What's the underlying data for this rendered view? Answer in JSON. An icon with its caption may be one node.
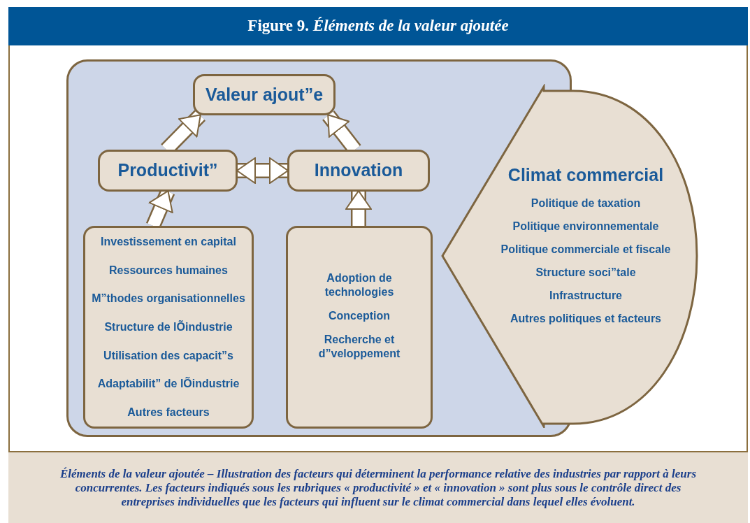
{
  "diagram": {
    "title": "Figure 9. *Éléments de la valeur ajoutée*",
    "caption": "Éléments de la valeur ajoutée – Illustration des facteurs qui déterminent la performance relative des industries par rapport à leurs concurrentes. Les facteurs indiqués sous les rubriques « productivité » et « innovation » sont plus sous le contrôle direct des entreprises individuelles que les facteurs qui influent sur le climat commercial dans lequel elles évoluent.",
    "nodes": [
      {
        "text": [],
        "shape": "box"
      },
      {
        "text": [
          "Valeur ajout”e"
        ],
        "in": 0
      },
      {
        "text": [
          "Productivit”"
        ],
        "in": 0
      },
      {
        "text": [
          "Innovation"
        ],
        "in": 0
      },
      {
        "text": [
          "Investissement en capital",
          "Ressources humaines",
          "M”thodes organisationnelles",
          "Structure de lÕindustrie",
          "Utilisation des capacit”s",
          "Adaptabilit” de lÕindustrie",
          "Autres facteurs"
        ],
        "in": 0
      },
      {
        "text": [
          "Adoption de technologies",
          "Conception",
          "Recherche et d”veloppement"
        ],
        "in": 0
      },
      {
        "text": [
          "Climat commercial",
          "Politique de taxation",
          "Politique environnementale",
          "Politique commerciale et fiscale",
          "Structure soci”tale",
          "Infrastructure",
          "Autres politiques et facteurs"
        ]
      }
    ],
    "edges": [
      {
        "from": 2,
        "to": 1,
        "arrow": "to"
      },
      {
        "from": 3,
        "to": 1,
        "arrow": "to"
      },
      {
        "from": 2,
        "to": 3,
        "arrow": "both"
      },
      {
        "from": 4,
        "to": 2,
        "arrow": "to"
      },
      {
        "from": 5,
        "to": 3,
        "arrow": "to"
      }
    ]
  }
}
